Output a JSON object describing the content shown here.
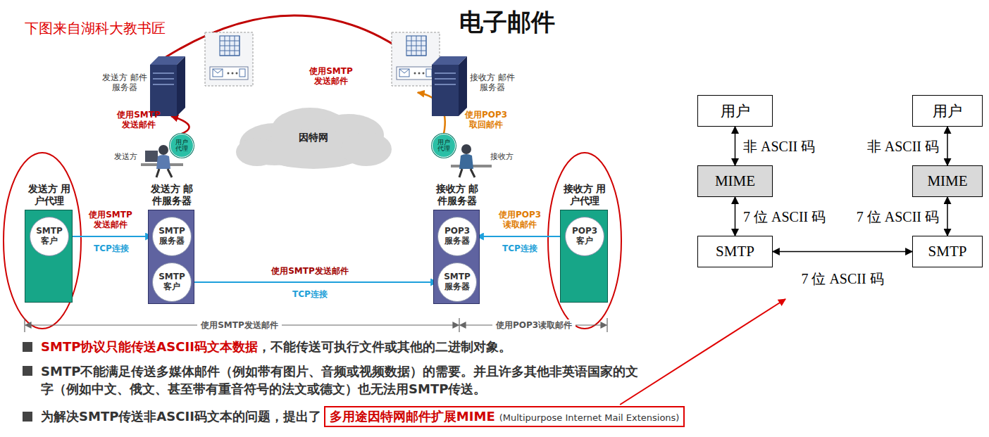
{
  "diagram": {
    "title": "电子邮件",
    "nodes": [
      {
        "text": [
          "发送方 邮件服务器"
        ]
      },
      {
        "text": [
          "接收方 邮件服务器"
        ]
      },
      {
        "text": [
          "因特网"
        ]
      },
      {
        "text": [
          "用户 代理"
        ]
      },
      {
        "text": [
          "用户 代理"
        ]
      },
      {
        "text": [
          "发送方 用户代理"
        ]
      },
      {
        "text": [
          "SMTP 客户"
        ],
        "in": 5
      },
      {
        "text": [
          "发送方 邮件服务器"
        ]
      },
      {
        "text": [
          "SMTP 服务器"
        ],
        "in": 7
      },
      {
        "text": [
          "SMTP 客户"
        ],
        "in": 7
      },
      {
        "text": [
          "接收方 邮件服务器"
        ]
      },
      {
        "text": [
          "POP3 服务器"
        ],
        "in": 10
      },
      {
        "text": [
          "SMTP 服务器"
        ],
        "in": 10
      },
      {
        "text": [
          "接收方 用户代理"
        ]
      },
      {
        "text": [
          "POP3 客户"
        ],
        "in": 13
      },
      {
        "text": [
          "多用途因特网邮件扩展MIME",
          "(Multipurpose Internet Mail Extensions)"
        ]
      },
      {
        "text": [
          "用户"
        ]
      },
      {
        "text": [
          "用户"
        ]
      },
      {
        "text": [
          "MIME"
        ]
      },
      {
        "text": [
          "MIME"
        ]
      },
      {
        "text": [
          "SMTP"
        ]
      },
      {
        "text": [
          "SMTP"
        ]
      }
    ],
    "edges": [
      {
        "from": 3,
        "to": 0,
        "label": "使用SMTP 发送邮件",
        "arrow": "to"
      },
      {
        "from": 0,
        "to": 1,
        "label": "使用SMTP 发送邮件",
        "arrow": "to"
      },
      {
        "from": 4,
        "to": 1,
        "label": "使用POP3 取回邮件",
        "arrow": "to"
      },
      {
        "from": 6,
        "to": 8,
        "label": "使用SMTP 发送邮件",
        "arrow": "to"
      },
      {
        "from": 9,
        "to": 12,
        "label": "使用SMTP发送邮件",
        "arrow": "to"
      },
      {
        "from": 14,
        "to": 11,
        "label": "使用POP3 读取邮件",
        "arrow": "to"
      },
      {
        "from": 16,
        "to": 18,
        "label": "非 ASCII 码",
        "arrow": "both"
      },
      {
        "from": 17,
        "to": 19,
        "label": "非 ASCII 码",
        "arrow": "both"
      },
      {
        "from": 18,
        "to": 20,
        "label": "7 位 ASCII 码",
        "arrow": "both"
      },
      {
        "from": 19,
        "to": 21,
        "label": "7 位 ASCII 码",
        "arrow": "both"
      },
      {
        "from": 20,
        "to": 21,
        "label": "7 位 ASCII 码",
        "arrow": "both"
      }
    ],
    "labels": [
      "下图来自湖科大教书匠",
      "发送方",
      "接收方",
      "TCP连接",
      "TCP连接",
      "TCP连接",
      "使用SMTP发送邮件",
      "使用POP3读取邮件",
      "SMTP协议只能传送ASCII码文本数据",
      "，不能传送可执行文件或其他的二进制对象。",
      "SMTP不能满足传送多媒体邮件（例如带有图片、音频或视频数据）的需要。并且许多其他非英语国家的文字（例如中文、俄文、甚至带有重音符号的法文或德文）也无法用SMTP传送。",
      "为解决SMTP传送非ASCII码文本的问题，提出了"
    ]
  }
}
